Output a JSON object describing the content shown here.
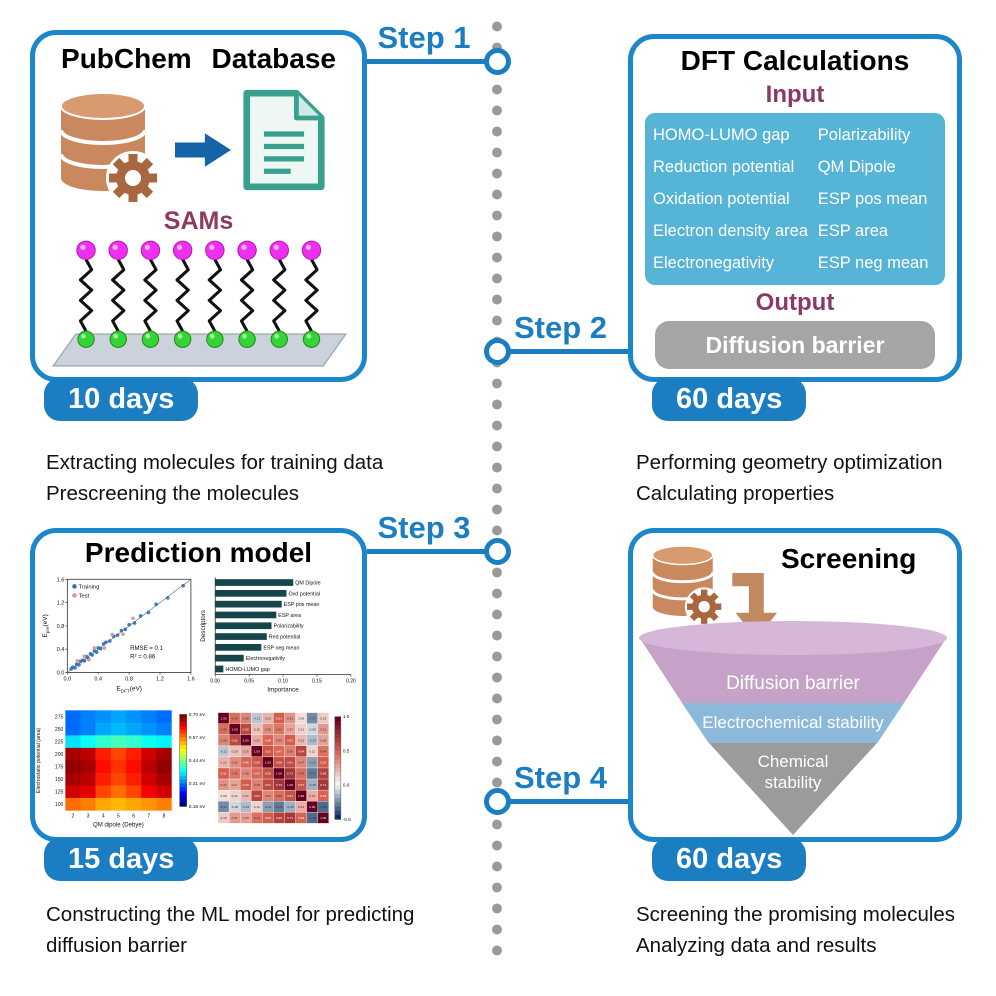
{
  "steps": [
    {
      "label": "Step 1",
      "badge": "10 days",
      "desc_lines": [
        "Extracting molecules for training data",
        "Prescreening the molecules"
      ]
    },
    {
      "label": "Step 2",
      "badge": "60 days",
      "desc_lines": [
        "Performing geometry optimization",
        "Calculating properties"
      ]
    },
    {
      "label": "Step 3",
      "badge": "15 days",
      "desc_lines": [
        "Constructing the ML model for predicting",
        "diffusion barrier"
      ]
    },
    {
      "label": "Step 4",
      "badge": "60 days",
      "desc_lines": [
        "Screening the promising molecules",
        "Analyzing data and results"
      ]
    }
  ],
  "pubchem": {
    "title": "PubChem Database",
    "sams_label": "SAMs",
    "chain_count": 8
  },
  "dft": {
    "title": "DFT Calculations",
    "input_label": "Input",
    "input_left": [
      "HOMO-LUMO gap",
      "Reduction potential",
      "Oxidation potential",
      "Electron density area",
      "Electronegativity"
    ],
    "input_right": [
      "Polarizability",
      "QM Dipole",
      "ESP pos mean",
      "ESP area",
      "ESP neg mean"
    ],
    "output_label": "Output",
    "output_value": "Diffusion barrier"
  },
  "prediction": {
    "title": "Prediction model"
  },
  "screening": {
    "title": "Screening",
    "funnel": [
      "Diffusion barrier",
      "Electrochemical stability",
      "Chemical stability"
    ]
  },
  "icons": [
    "database-icon",
    "gear-icon",
    "document-icon",
    "arrow-right-icon",
    "arrow-down-icon"
  ],
  "colors": {
    "accent_blue": "#1b7ec2",
    "purple": "#8c3a62",
    "input_panel_blue": "#56b4d6",
    "output_gray": "#a5a5a5",
    "database_tan": "#c9885d",
    "document_teal": "#3aa08e",
    "sam_top_ball": "#ef2fef",
    "sam_bottom_ball": "#35d435",
    "funnel_pink": "#c7a2c8",
    "funnel_blue": "#8cb9d9",
    "funnel_gray": "#9b9b9b"
  },
  "chart_data": [
    {
      "type": "scatter",
      "xlabel": {
        "main": "E",
        "sub": "DFT",
        "rest": "(eV)"
      },
      "ylabel": {
        "main": "E",
        "sub": "pre",
        "rest": "(eV)"
      },
      "xlim": [
        0,
        1.6
      ],
      "ylim": [
        0,
        1.6
      ],
      "xticks": [
        0.0,
        0.4,
        0.8,
        1.2,
        1.6
      ],
      "yticks": [
        0.0,
        0.4,
        0.8,
        1.2,
        1.6
      ],
      "annotations": [
        "RMSE = 0.1",
        "R² = 0.86"
      ],
      "series": [
        {
          "name": "Training",
          "color": "#2d6fb0",
          "points": [
            [
              0.05,
              0.06
            ],
            [
              0.07,
              0.09
            ],
            [
              0.1,
              0.08
            ],
            [
              0.12,
              0.14
            ],
            [
              0.15,
              0.13
            ],
            [
              0.17,
              0.19
            ],
            [
              0.2,
              0.21
            ],
            [
              0.22,
              0.2
            ],
            [
              0.25,
              0.27
            ],
            [
              0.27,
              0.24
            ],
            [
              0.3,
              0.32
            ],
            [
              0.32,
              0.3
            ],
            [
              0.35,
              0.37
            ],
            [
              0.38,
              0.35
            ],
            [
              0.4,
              0.42
            ],
            [
              0.43,
              0.41
            ],
            [
              0.47,
              0.49
            ],
            [
              0.5,
              0.52
            ],
            [
              0.55,
              0.54
            ],
            [
              0.6,
              0.62
            ],
            [
              0.65,
              0.64
            ],
            [
              0.7,
              0.72
            ],
            [
              0.75,
              0.74
            ],
            [
              0.8,
              0.82
            ],
            [
              0.87,
              0.85
            ],
            [
              0.95,
              0.97
            ],
            [
              1.05,
              1.03
            ],
            [
              1.15,
              1.17
            ],
            [
              1.3,
              1.28
            ],
            [
              1.5,
              1.49
            ]
          ]
        },
        {
          "name": "Test",
          "color": "#d98f95",
          "points": [
            [
              0.13,
              0.2
            ],
            [
              0.22,
              0.28
            ],
            [
              0.28,
              0.22
            ],
            [
              0.35,
              0.42
            ],
            [
              0.48,
              0.42
            ],
            [
              0.58,
              0.65
            ],
            [
              0.72,
              0.66
            ],
            [
              0.85,
              0.93
            ]
          ]
        }
      ]
    },
    {
      "type": "bar",
      "categories": [
        "QM Dipole",
        "Oxd potential",
        "ESP pos mean",
        "ESP area",
        "Polarizability",
        "Red potential",
        "ESP neg mean",
        "Electronegativity",
        "HOMO-LUMO gap"
      ],
      "values": [
        0.115,
        0.105,
        0.098,
        0.09,
        0.083,
        0.076,
        0.068,
        0.042,
        0.012
      ],
      "xlabel": "Importance",
      "ylabel": "Descriptors",
      "xlim": [
        0,
        0.2
      ],
      "xticks": [
        0.0,
        0.05,
        0.1,
        0.15,
        0.2
      ],
      "bar_color": "#14454b"
    },
    {
      "type": "heatmap",
      "xlabel": "QM dipole (Debye)",
      "ylabel": "Electrostatic potential (area)",
      "x": [
        2,
        3,
        4,
        5,
        6,
        7,
        8
      ],
      "y": [
        275,
        250,
        225,
        200,
        175,
        150,
        125,
        100
      ],
      "vmin": 0.18,
      "vmax": 0.7,
      "colorbar_ticks": [
        "0.70 eV",
        "0.57 eV",
        "0.44 eV",
        "0.31 eV",
        "0.18 eV"
      ],
      "values": [
        [
          0.3,
          0.31,
          0.32,
          0.33,
          0.32,
          0.31,
          0.3
        ],
        [
          0.3,
          0.31,
          0.33,
          0.34,
          0.33,
          0.32,
          0.31
        ],
        [
          0.36,
          0.38,
          0.4,
          0.41,
          0.4,
          0.38,
          0.37
        ],
        [
          0.68,
          0.67,
          0.62,
          0.6,
          0.62,
          0.66,
          0.68
        ],
        [
          0.69,
          0.68,
          0.63,
          0.61,
          0.63,
          0.67,
          0.69
        ],
        [
          0.68,
          0.67,
          0.62,
          0.6,
          0.62,
          0.66,
          0.68
        ],
        [
          0.66,
          0.65,
          0.6,
          0.58,
          0.6,
          0.64,
          0.66
        ],
        [
          0.58,
          0.57,
          0.55,
          0.54,
          0.55,
          0.56,
          0.57
        ]
      ]
    },
    {
      "type": "heatmap",
      "subtype": "correlation-matrix",
      "vmin": -0.5,
      "vmax": 1.0,
      "colorbar_ticks": [
        "1.0",
        "0.5",
        "0.0",
        "-0.5"
      ],
      "values": [
        [
          1.0,
          0.45,
          0.38,
          -0.12,
          0.22,
          0.51,
          0.33,
          0.08,
          -0.27,
          0.15
        ],
        [
          0.45,
          1.0,
          0.62,
          0.18,
          0.35,
          0.42,
          0.27,
          0.12,
          -0.08,
          0.31
        ],
        [
          0.38,
          0.62,
          1.0,
          0.25,
          0.48,
          0.36,
          0.52,
          0.21,
          -0.15,
          0.28
        ],
        [
          -0.12,
          0.18,
          0.25,
          1.0,
          0.55,
          0.47,
          0.39,
          0.64,
          0.12,
          0.44
        ],
        [
          0.22,
          0.35,
          0.48,
          0.55,
          1.0,
          0.58,
          0.61,
          0.37,
          -0.22,
          0.52
        ],
        [
          0.51,
          0.42,
          0.36,
          0.47,
          0.58,
          1.0,
          0.73,
          0.45,
          -0.31,
          0.66
        ],
        [
          0.33,
          0.27,
          0.52,
          0.39,
          0.61,
          0.73,
          1.0,
          0.57,
          -0.18,
          0.71
        ],
        [
          0.08,
          0.12,
          0.21,
          0.64,
          0.37,
          0.45,
          0.57,
          1.0,
          0.24,
          0.49
        ],
        [
          -0.27,
          -0.08,
          -0.15,
          0.12,
          -0.22,
          -0.31,
          -0.18,
          0.24,
          1.0,
          -0.35
        ],
        [
          0.15,
          0.31,
          0.28,
          0.44,
          0.52,
          0.66,
          0.71,
          0.49,
          -0.35,
          1.0
        ]
      ]
    }
  ]
}
